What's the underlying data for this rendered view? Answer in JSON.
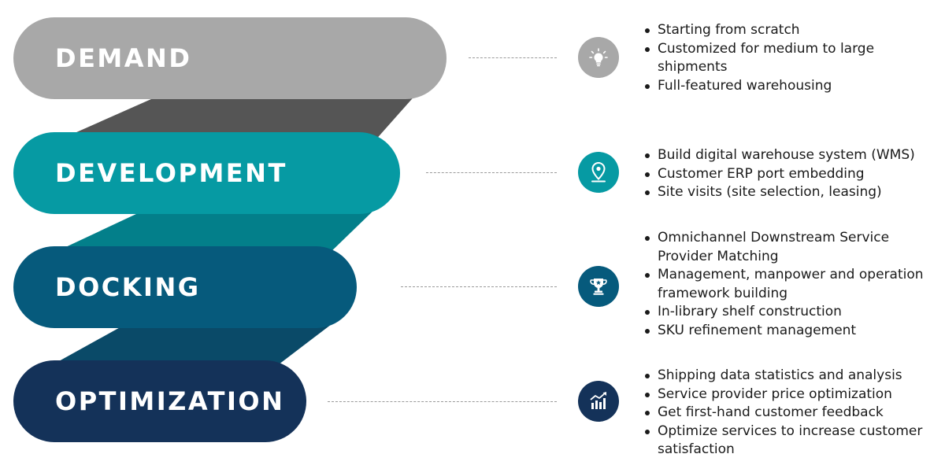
{
  "colors": {
    "demand": "#a8a8a8",
    "demand_band": "#555555",
    "development": "#069aa3",
    "development_band": "#037f8a",
    "docking": "#065a7c",
    "docking_band": "#0a4a68",
    "optimization": "#143259",
    "badge_demand": "#a8a8a8",
    "badge_development": "#069aa3",
    "badge_docking": "#065a7c",
    "badge_optimization": "#143259"
  },
  "stages": [
    {
      "label": "DEMAND",
      "icon": "lightbulb-icon",
      "bullets": [
        "Starting from scratch",
        "Customized for medium to large shipments",
        "Full-featured warehousing"
      ]
    },
    {
      "label": "DEVELOPMENT",
      "icon": "location-pin-icon",
      "bullets": [
        "Build digital warehouse system (WMS)",
        "Customer ERP port embedding",
        "Site visits (site selection, leasing)"
      ]
    },
    {
      "label": "DOCKING",
      "icon": "trophy-icon",
      "bullets": [
        "Omnichannel Downstream Service Provider Matching",
        "Management, manpower and operation framework building",
        "In-library shelf construction",
        "SKU refinement management"
      ]
    },
    {
      "label": "OPTIMIZATION",
      "icon": "growth-chart-icon",
      "bullets": [
        "Shipping data statistics and analysis",
        "Service provider price optimization",
        "Get first-hand customer feedback",
        "Optimize services to increase customer satisfaction"
      ]
    }
  ]
}
